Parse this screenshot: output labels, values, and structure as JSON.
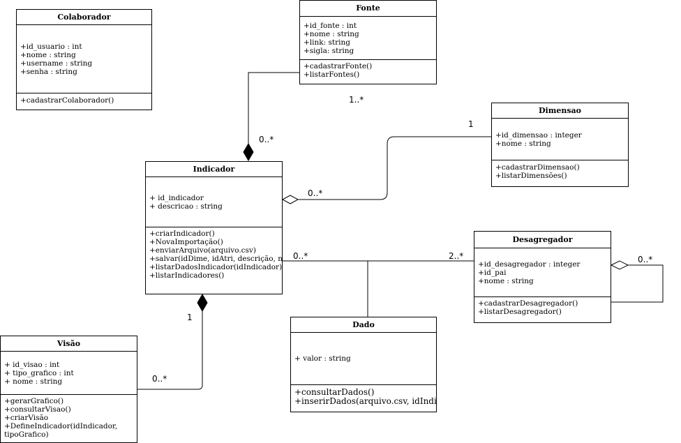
{
  "classes": {
    "colaborador": {
      "name": "Colaborador",
      "attributes": [
        "+id_usuario : int",
        "+nome : string",
        "+username : string",
        "+senha : string"
      ],
      "operations": [
        "+cadastrarColaborador()"
      ]
    },
    "fonte": {
      "name": "Fonte",
      "attributes": [
        "+id_fonte : int",
        "+nome : string",
        "+link: string",
        "+sigla: string"
      ],
      "operations": [
        "+cadastrarFonte()",
        "+listarFontes()"
      ]
    },
    "dimensao": {
      "name": "Dimensao",
      "attributes": [
        "+id_dimensao : integer",
        "+nome : string"
      ],
      "operations": [
        "+cadastrarDimensao()",
        "+listarDimensões()"
      ]
    },
    "indicador": {
      "name": "Indicador",
      "attributes": [
        "+ id_indicador",
        "+ descricao : string"
      ],
      "operations": [
        "+criarIndicador()",
        "+NovaImportação()",
        "+enviarArquivo(arquivo.csv)",
        "+salvar(idDime, idAtri, descrição, n",
        "+listarDadosIndicador(idIndicador)",
        "+listarIndicadores()"
      ]
    },
    "desagregador": {
      "name": "Desagregador",
      "attributes": [
        "+id_desagregador : integer",
        "+id_pai",
        "+nome : string"
      ],
      "operations": [
        "+cadastrarDesagregador()",
        "+listarDesagregador()"
      ]
    },
    "dado": {
      "name": "Dado",
      "attributes": [
        "+ valor : string"
      ],
      "operations": [
        "+consultarDados()",
        "+inserirDados(arquivo.csv, idIndica"
      ]
    },
    "visao": {
      "name": "Visão",
      "attributes": [
        "+ id_visao : int",
        "+ tipo_grafico : int",
        "+ nome : string"
      ],
      "operations": [
        "+gerarGrafico()",
        "+consultarVisao()",
        "+criarVisão",
        "+DefineIndicador(idIndicador,",
        "tipoGrafico)"
      ]
    }
  },
  "multiplicities": {
    "fonte_end": "1..*",
    "indicador_fonte_end": "0..*",
    "dimensao_end": "1",
    "indicador_dimensao_end": "0..*",
    "indicador_desag_end": "0..*",
    "desagregador_end": "2..*",
    "desagregador_self": "0..*",
    "indicador_visao_end": "1",
    "visao_end": "0..*"
  }
}
